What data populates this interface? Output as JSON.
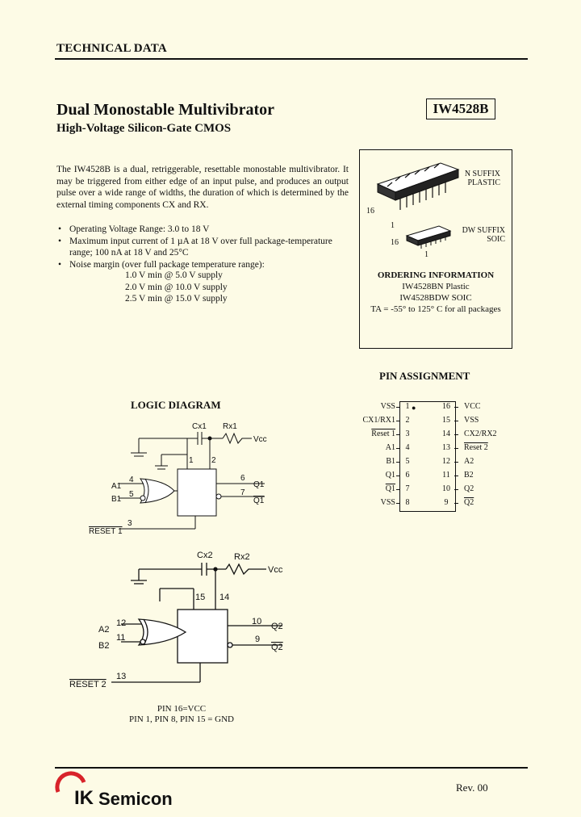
{
  "header": {
    "section": "TECHNICAL DATA"
  },
  "title": {
    "main": "Dual Monostable Multivibrator",
    "subtitle": "High-Voltage Silicon-Gate CMOS",
    "part_number": "IW4528B"
  },
  "description": "The IW4528B is a dual, retriggerable, resettable monostable multivibrator. It may be triggered from either edge of an input pulse, and produces an output pulse over a wide range of widths, the duration of which is determined by the external timing components CX and RX.",
  "features": [
    "Operating Voltage Range: 3.0 to 18 V",
    "Maximum input current of 1 µA at 18 V over full package-temperature range; 100 nA at 18 V and 25°C",
    "Noise margin (over full package temperature range):"
  ],
  "noise_margins": [
    "1.0 V min @ 5.0 V supply",
    "2.0 V min @ 10.0 V supply",
    "2.5 V min @ 15.0 V supply"
  ],
  "packages": {
    "n_suffix": "N SUFFIX",
    "n_type": "PLASTIC",
    "dw_suffix": "DW SUFFIX",
    "dw_type": "SOIC",
    "pin16": "16",
    "pin1": "1"
  },
  "ordering": {
    "heading": "ORDERING INFORMATION",
    "items": [
      "IW4528BN Plastic",
      "IW4528BDW SOIC"
    ],
    "temp_note": "TA = -55° to 125° C for all packages"
  },
  "pin_assignment": {
    "heading": "PIN ASSIGNMENT",
    "left": [
      {
        "name": "VSS",
        "num": "1"
      },
      {
        "name": "CX1/RX1",
        "num": "2"
      },
      {
        "name": "Reset 1",
        "num": "3"
      },
      {
        "name": "A1",
        "num": "4"
      },
      {
        "name": "B1",
        "num": "5"
      },
      {
        "name": "Q1",
        "num": "6"
      },
      {
        "name": "Q1",
        "num": "7"
      },
      {
        "name": "VSS",
        "num": "8"
      }
    ],
    "right": [
      {
        "name": "VCC",
        "num": "16"
      },
      {
        "name": "VSS",
        "num": "15"
      },
      {
        "name": "CX2/RX2",
        "num": "14"
      },
      {
        "name": "Reset 2",
        "num": "13"
      },
      {
        "name": "A2",
        "num": "12"
      },
      {
        "name": "B2",
        "num": "11"
      },
      {
        "name": "Q2",
        "num": "10"
      },
      {
        "name": "Q2",
        "num": "9"
      }
    ]
  },
  "logic_diagram": {
    "heading": "LOGIC DIAGRAM",
    "unit1": {
      "cx": "Cx1",
      "rx": "Rx1",
      "vcc": "Vcc",
      "a": "A1",
      "b": "B1",
      "reset": "RESET 1",
      "q": "Q1",
      "qbar": "Q1",
      "pins": {
        "cx": "1",
        "rx": "2",
        "a": "4",
        "b": "5",
        "reset": "3",
        "q": "6",
        "qbar": "7"
      }
    },
    "unit2": {
      "cx": "Cx2",
      "rx": "Rx2",
      "vcc": "Vcc",
      "a": "A2",
      "b": "B2",
      "reset": "RESET 2",
      "q": "Q2",
      "qbar": "Q2",
      "pins": {
        "cx": "15",
        "rx": "14",
        "a": "12",
        "b": "11",
        "reset": "13",
        "q": "10",
        "qbar": "9"
      }
    },
    "note1": "PIN 16=VCC",
    "note2": "PIN 1, PIN 8, PIN 15 = GND"
  },
  "footer": {
    "logo_prefix": "IK",
    "logo_suffix": "Semicon",
    "revision": "Rev. 00"
  },
  "colors": {
    "logo_red": "#d8232a",
    "paper": "#fdfbe6"
  }
}
